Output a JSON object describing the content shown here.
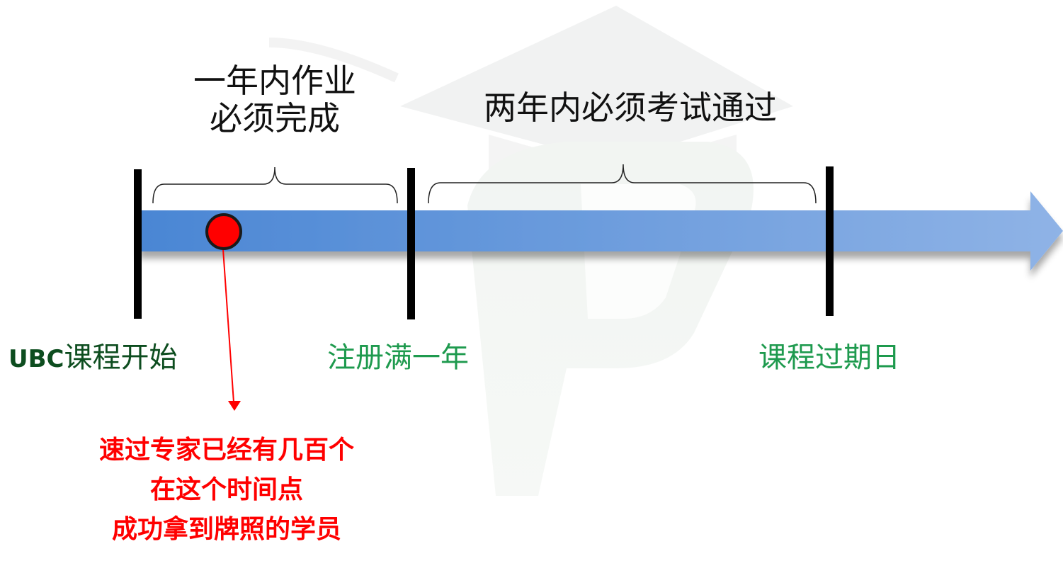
{
  "title_segment_1": [
    "一年内作业",
    "必须完成"
  ],
  "title_segment_2": "两年内必须考试通过",
  "milestones": {
    "start": {
      "prefix": "UBC",
      "text": "课程开始"
    },
    "one_year": "注册满一年",
    "expiry": "课程过期日"
  },
  "annotation": [
    "速过专家已经有几百个",
    "在这个时间点",
    "成功拿到牌照的学员"
  ],
  "colors": {
    "arrow_start": "#4a86d4",
    "arrow_end": "#8fb3e6",
    "milestone_marker": "#000000",
    "current_point": "#ff0000",
    "label_green": "#1e9a4e",
    "label_dark_green": "#0d4d1f",
    "annotation_red": "#ff0000"
  }
}
